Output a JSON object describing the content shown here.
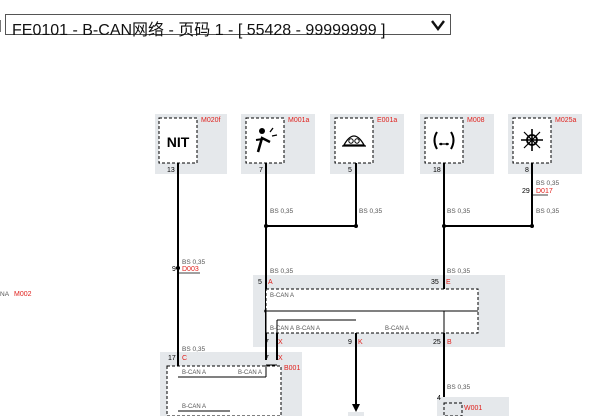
{
  "page_selector": {
    "value": "FE0101 - B-CAN网络 - 页码 1 - [ 55428 - 99999999 ]",
    "icon": "chevron-down-icon"
  },
  "colors": {
    "label_red": "#e0201c",
    "module_bg": "#e5e8eb",
    "wire": "#000000"
  },
  "components": {
    "m020f": {
      "id": "M020f",
      "icon_text": "NIT",
      "pin": "13"
    },
    "m001a": {
      "id": "M001a",
      "icon": "airbag-icon",
      "pin": "7"
    },
    "e001a": {
      "id": "E001a",
      "icon": "instrument-cluster-icon",
      "pin": "5"
    },
    "m008": {
      "id": "M008",
      "icon": "abs-icon",
      "pin": "18"
    },
    "m025a": {
      "id": "M025a",
      "icon": "climate-control-icon",
      "pin": "8"
    },
    "m002": {
      "id": "M002",
      "prefix": "NA"
    },
    "w001": {
      "id": "W001",
      "pin": "4"
    }
  },
  "connectors": {
    "d017": {
      "id": "D017",
      "pin": "29",
      "wire": "BS 0,35"
    },
    "d003": {
      "id": "D003",
      "pin": "9",
      "wire": "BS 0,35"
    }
  },
  "wire_labels": {
    "m001a_down": "BS 0,35",
    "e001a_down": "BS 0,35",
    "m008_down": "BS 0,35",
    "m025a_top": "BS 0,35",
    "m025a_down": "BS 0,35",
    "to_a": "BS 0,35",
    "to_e": "BS 0,35",
    "to_c": "BS 0,35",
    "to_w001": "BS 0,35"
  },
  "node_a": {
    "pin_a": "5",
    "letter_a": "A",
    "pin_e": "35",
    "letter_e": "E",
    "bus_top": "B-CAN A",
    "bus_bottom_1": "B-CAN A",
    "bus_bottom_2": "B-CAN A",
    "bus_bottom_3": "B-CAN A",
    "pin_x1": "7",
    "letter_x1": "X",
    "pin_k": "9",
    "letter_k": "K",
    "pin_b": "25",
    "letter_b": "B"
  },
  "node_b001": {
    "id": "B001",
    "pin_c": "17",
    "letter_c": "C",
    "pin_x2": "7",
    "letter_x2": "X",
    "bus_1": "B-CAN A",
    "bus_2": "B-CAN A",
    "bus_3": "B-CAN A"
  }
}
